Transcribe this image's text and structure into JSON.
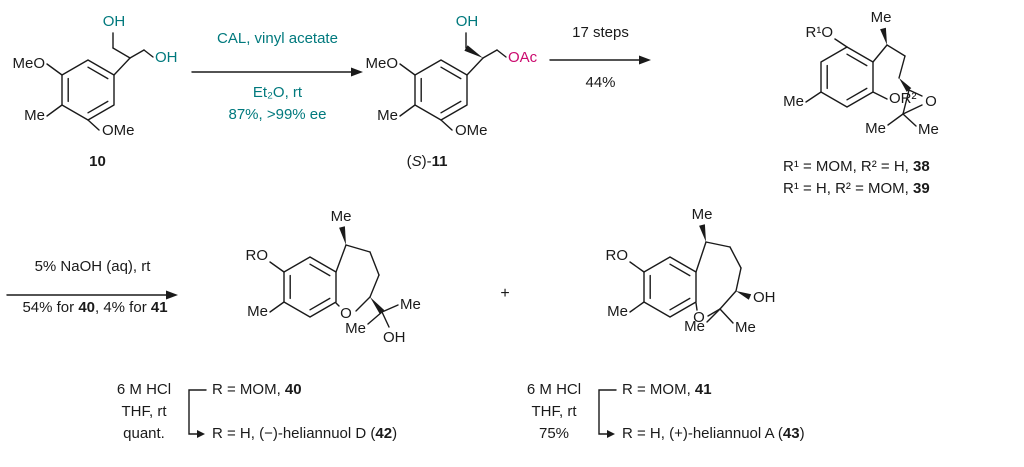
{
  "colors": {
    "teal": "#00797d",
    "pink": "#cb0a6e",
    "ink": "#1a1a1a"
  },
  "arrow1": {
    "line1": "CAL, vinyl acetate",
    "line2": "Et₂O, rt",
    "line3": "87%, >99% ee"
  },
  "arrow2": {
    "above": "17 steps",
    "below": "44%"
  },
  "arrow3": {
    "above": "5% NaOH (aq), rt",
    "below": {
      "p1": "54% for ",
      "n1": "40",
      "p2": ", 4% for ",
      "n2": "41"
    }
  },
  "c10": {
    "oh_top": "OH",
    "oh_side": "OH",
    "meo": "MeO",
    "me": "Me",
    "ome": "OMe",
    "number": "10"
  },
  "c11": {
    "oh_top": "OH",
    "oac": "OAc",
    "meo": "MeO",
    "me": "Me",
    "ome": "OMe",
    "number": {
      "pre": "(",
      "stereo": "S",
      "post": ")-",
      "num": "11"
    }
  },
  "c38_39": {
    "r1o": "R¹O",
    "me_top": "Me",
    "me_ar": "Me",
    "or2": "OR²",
    "o": "O",
    "me_gem1": "Me",
    "me_gem2": "Me",
    "assign1": {
      "pre": "R¹ = MOM, R² = H, ",
      "num": "38"
    },
    "assign2": {
      "pre": "R¹ = H, R² = MOM, ",
      "num": "39"
    }
  },
  "c40": {
    "ro": "RO",
    "me_top": "Me",
    "me_ar": "Me",
    "o": "O",
    "me_gem1": "Me",
    "me_gem2": "Me",
    "oh": "OH"
  },
  "plus": "+",
  "c41": {
    "ro": "RO",
    "me_top": "Me",
    "me_ar": "Me",
    "o": "O",
    "oh": "OH",
    "me_gem1": "Me",
    "me_gem2": "Me"
  },
  "deprot_left": {
    "cond1": "6 M HCl",
    "cond2": "THF, rt",
    "yield": "quant.",
    "from": {
      "pre": "R = MOM, ",
      "num": "40"
    },
    "to": {
      "pre": "R = H, (−)-heliannuol D (",
      "num": "42",
      "post": ")"
    }
  },
  "deprot_right": {
    "cond1": "6 M HCl",
    "cond2": "THF, rt",
    "yield": "75%",
    "from": {
      "pre": "R = MOM, ",
      "num": "41"
    },
    "to": {
      "pre": "R = H, (+)-heliannuol A (",
      "num": "43",
      "post": ")"
    }
  }
}
